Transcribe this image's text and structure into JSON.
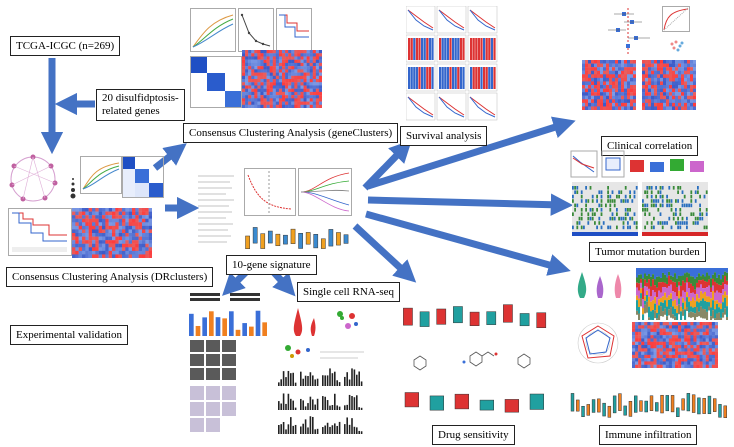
{
  "nodes": {
    "source": "TCGA-ICGC (n=269)",
    "genes": "20 disulfidptosis-\nrelated genes",
    "consensus_gene": "Consensus Clustering Analysis (geneClusters)",
    "survival": "Survival analysis",
    "clinical": "Clinical correlation",
    "tmb": "Tumor mutation burden",
    "consensus_dr": "Consensus Clustering Analysis (DRclusters)",
    "signature": "10-gene signature",
    "scrna": "Single cell RNA-seq",
    "experimental": "Experimental validation",
    "drug": "Drug sensitivity",
    "immune": "Immune infiltration"
  },
  "colors": {
    "arrow": "#4472c4",
    "arrow_edge": "#2f528f",
    "heat_red": "#d62728",
    "heat_blue": "#1f4fc4",
    "orange": "#f08020",
    "teal": "#20a0a0"
  }
}
